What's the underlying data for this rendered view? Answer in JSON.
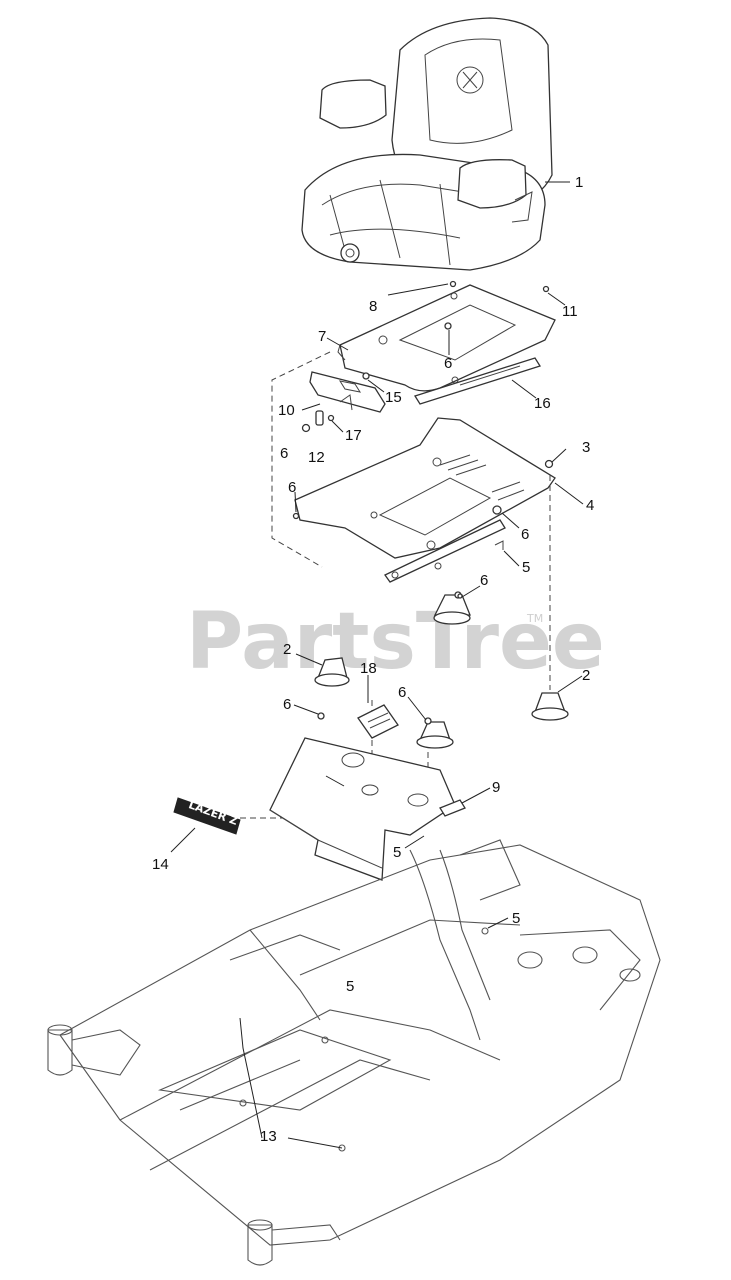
{
  "watermark": {
    "text": "PartsTree",
    "tm": "TM"
  },
  "decal_text": "LAZER Z",
  "callouts": [
    {
      "id": "c1",
      "label": "1"
    },
    {
      "id": "c8",
      "label": "8"
    },
    {
      "id": "c11",
      "label": "11"
    },
    {
      "id": "c7",
      "label": "7"
    },
    {
      "id": "c6a",
      "label": "6"
    },
    {
      "id": "c15",
      "label": "15"
    },
    {
      "id": "c16",
      "label": "16"
    },
    {
      "id": "c10",
      "label": "10"
    },
    {
      "id": "c17",
      "label": "17"
    },
    {
      "id": "c6b",
      "label": "6"
    },
    {
      "id": "c12",
      "label": "12"
    },
    {
      "id": "c3",
      "label": "3"
    },
    {
      "id": "c4",
      "label": "4"
    },
    {
      "id": "c6c",
      "label": "6"
    },
    {
      "id": "c6d",
      "label": "6"
    },
    {
      "id": "c5a",
      "label": "5"
    },
    {
      "id": "c6e",
      "label": "6"
    },
    {
      "id": "c2a",
      "label": "2"
    },
    {
      "id": "c2b",
      "label": "2"
    },
    {
      "id": "c18",
      "label": "18"
    },
    {
      "id": "c6f",
      "label": "6"
    },
    {
      "id": "c6g",
      "label": "6"
    },
    {
      "id": "c9",
      "label": "9"
    },
    {
      "id": "c14",
      "label": "14"
    },
    {
      "id": "c5b",
      "label": "5"
    },
    {
      "id": "c5c",
      "label": "5"
    },
    {
      "id": "c5d",
      "label": "5"
    },
    {
      "id": "c13",
      "label": "13"
    }
  ]
}
